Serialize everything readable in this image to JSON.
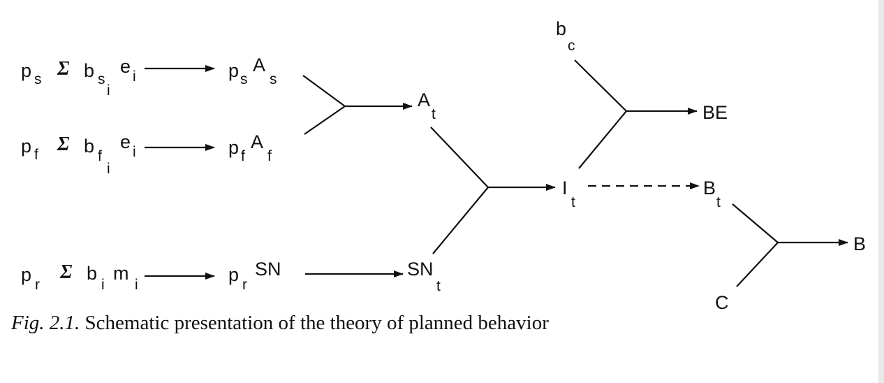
{
  "diagram": {
    "rows": [
      {
        "p": "p",
        "p_sub": "s",
        "sigma": "Σ",
        "b": "b",
        "b_sub": "s",
        "b_subsub": "i",
        "e": "e",
        "e_sub": "i",
        "out_p": "p",
        "out_p_sub": "s",
        "out_A": "A",
        "out_A_sub": "s"
      },
      {
        "p": "p",
        "p_sub": "f",
        "sigma": "Σ",
        "b": "b",
        "b_sub": "f",
        "b_subsub": "i",
        "e": "e",
        "e_sub": "i",
        "out_p": "p",
        "out_p_sub": "f",
        "out_A": "A",
        "out_A_sub": "f"
      },
      {
        "p": "p",
        "p_sub": "r",
        "sigma": "Σ",
        "b": "b",
        "b_sub": "i",
        "m": "m",
        "m_sub": "i",
        "out_p": "p",
        "out_p_sub": "r",
        "out_SN": "SN"
      }
    ],
    "nodes": {
      "At": {
        "main": "A",
        "sub": "t"
      },
      "SNt": {
        "main": "SN",
        "sub": "t"
      },
      "It": {
        "main": "I",
        "sub": "t"
      },
      "bc": {
        "main": "b",
        "sub": "c"
      },
      "BE": {
        "main": "BE"
      },
      "Bt": {
        "main": "B",
        "sub": "t"
      },
      "C": {
        "main": "C"
      },
      "B": {
        "main": "B"
      }
    }
  },
  "caption": {
    "label": "Fig. 2.1.",
    "text": " Schematic presentation of the theory of planned behavior"
  },
  "colors": {
    "ink": "#111111",
    "background": "#ffffff"
  }
}
